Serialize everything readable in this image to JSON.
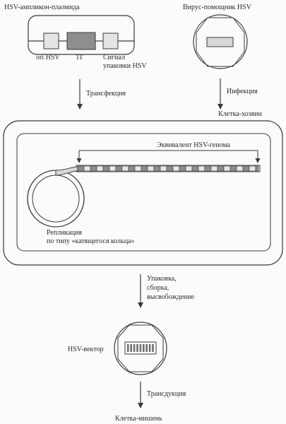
{
  "labels": {
    "plasmid_title": "HSV-ампликон-плазмида",
    "ori": "ori",
    "hsv_after_ori": " HSV",
    "tg": "ТГ",
    "signal_line1": "Сигнал",
    "signal_line2": "упаковки HSV",
    "helper_title": "Вирус-помощник HSV",
    "transfection": "Трансфекция",
    "infection": "Инфекция",
    "host_cell": "Клетка-хозяин",
    "equivalent": "Эквивалент HSV-генома",
    "replication_line1": "Репликация",
    "replication_line2": "по типу «катящегося кольца»",
    "packaging_line1": "Упаковка,",
    "packaging_line2": "сборка,",
    "packaging_line3": "высвобождение",
    "vector": "HSV-вектор",
    "transduction": "Трансдукция",
    "target_cell": "Клетка-мишень"
  },
  "colors": {
    "line": "#3a3a3a",
    "tg_fill": "#8d8d8d",
    "light_fill": "#d8d8d8",
    "text": "#2a2a2a"
  }
}
